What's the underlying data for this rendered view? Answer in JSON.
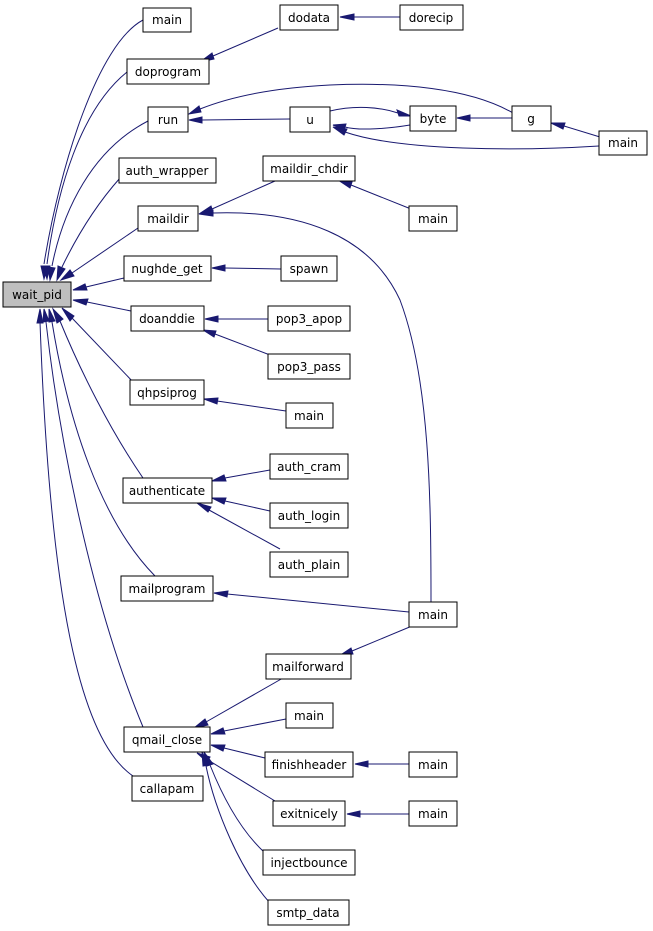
{
  "nodes": {
    "n0": "wait_pid",
    "n1": "main",
    "n2": "doprogram",
    "n3": "dodata",
    "n4": "dorecip",
    "n5": "run",
    "n6": "u",
    "n7": "byte",
    "n8": "g",
    "n9": "main",
    "n10": "auth_wrapper",
    "n11": "maildir_chdir",
    "n12": "main",
    "n13": "maildir",
    "n14": "nughde_get",
    "n15": "spawn",
    "n16": "doanddie",
    "n17": "pop3_apop",
    "n18": "pop3_pass",
    "n19": "qhpsiprog",
    "n20": "main",
    "n21": "authenticate",
    "n22": "auth_cram",
    "n23": "auth_login",
    "n24": "auth_plain",
    "n25": "mailprogram",
    "n26": "main",
    "n27": "mailforward",
    "n28": "main",
    "n29": "qmail_close",
    "n30": "finishheader",
    "n31": "main",
    "n32": "callapam",
    "n33": "exitnicely",
    "n34": "main",
    "n35": "injectbounce",
    "n36": "smtp_data"
  },
  "colors": {
    "edge": "#191970",
    "root_fill": "#bfbfbf",
    "node_fill": "#ffffff",
    "node_border": "#000000"
  }
}
